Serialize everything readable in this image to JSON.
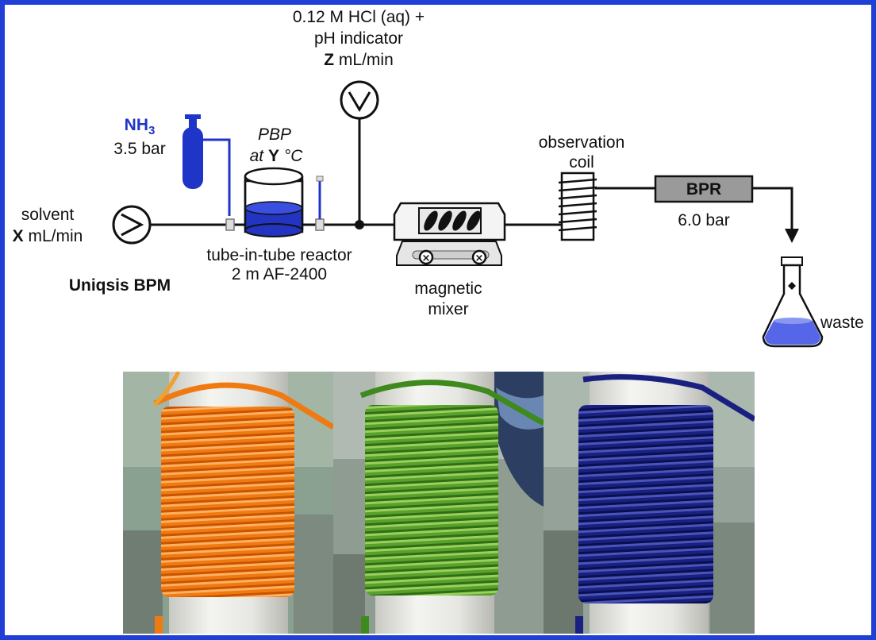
{
  "acid_feed": {
    "line1": "0.12 M HCl (aq) +",
    "line2": "pH indicator",
    "var": "Z",
    "unit": "mL/min"
  },
  "gas": {
    "formula": "NH",
    "subscript": "3",
    "pressure": "3.5 bar"
  },
  "reactor": {
    "pbp": "PBP",
    "temp_prefix": "at",
    "temp_var": "Y",
    "temp_unit": "°C",
    "name_line1": "tube-in-tube reactor",
    "name_line2": "2 m AF-2400"
  },
  "solvent": {
    "label": "solvent",
    "var": "X",
    "unit": "mL/min"
  },
  "pump_label": "Uniqsis BPM",
  "mixer": {
    "line1": "magnetic",
    "line2": "mixer"
  },
  "coil": {
    "line1": "observation",
    "line2": "coil"
  },
  "bpr": {
    "label": "BPR",
    "pressure": "6.0 bar"
  },
  "waste": "waste",
  "colors": {
    "border": "#1f3fd6",
    "gas_blue": "#1f35c8",
    "coil_orange": "#f07a12",
    "coil_green": "#5aa02c",
    "coil_blue": "#1a2080"
  },
  "photos": [
    {
      "name": "orange-coil-photo"
    },
    {
      "name": "green-coil-photo"
    },
    {
      "name": "blue-coil-photo"
    }
  ]
}
